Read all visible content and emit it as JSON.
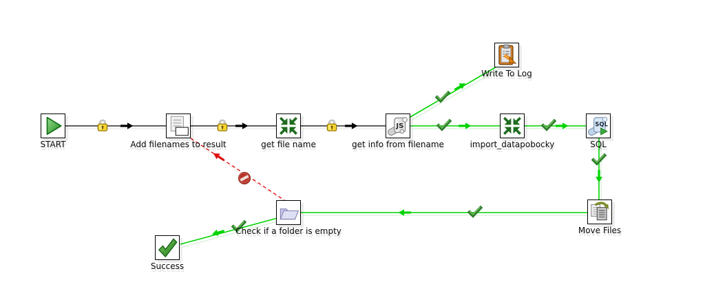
{
  "app": {
    "name": "Pentaho job canvas",
    "view": "job-graph"
  },
  "colors": {
    "background": "#ffffff",
    "unconditional_hop": "#000000",
    "success_hop": "#00d400",
    "failure_hop": "#dd1111",
    "checkmark_green": "#2a7a2a",
    "padlock_gold": "#f5d330",
    "no_entry_red": "#b5352a"
  },
  "nodes": [
    {
      "id": "start",
      "label": "START",
      "icon": "start-icon"
    },
    {
      "id": "add_filenames",
      "label": "Add filenames to result",
      "icon": "add-filenames-icon"
    },
    {
      "id": "get_file_name",
      "label": "get file name",
      "icon": "transformation-icon"
    },
    {
      "id": "get_info",
      "label": "get info from filename",
      "icon": "javascript-icon"
    },
    {
      "id": "import_datapobocky",
      "label": "import_datapobocky",
      "icon": "transformation-icon"
    },
    {
      "id": "sql",
      "label": "SQL",
      "icon": "sql-icon"
    },
    {
      "id": "write_to_log",
      "label": "Write To Log",
      "icon": "write-to-log-icon"
    },
    {
      "id": "move_files",
      "label": "Move Files",
      "icon": "move-files-icon"
    },
    {
      "id": "check_folder",
      "label": "Check if a folder is empty",
      "icon": "folder-icon"
    },
    {
      "id": "success",
      "label": "Success",
      "icon": "success-icon"
    }
  ],
  "connections": [
    {
      "from": "START",
      "to": "Add filenames to result",
      "condition": "unconditional",
      "glyph": "padlock-icon"
    },
    {
      "from": "Add filenames to result",
      "to": "get file name",
      "condition": "unconditional",
      "glyph": "padlock-icon"
    },
    {
      "from": "get file name",
      "to": "get info from filename",
      "condition": "unconditional",
      "glyph": "padlock-icon"
    },
    {
      "from": "get info from filename",
      "to": "Write To Log",
      "condition": "success",
      "glyph": "checkmark-icon"
    },
    {
      "from": "get info from filename",
      "to": "import_datapobocky",
      "condition": "success",
      "glyph": "checkmark-icon"
    },
    {
      "from": "import_datapobocky",
      "to": "SQL",
      "condition": "success",
      "glyph": "checkmark-icon"
    },
    {
      "from": "SQL",
      "to": "Move Files",
      "condition": "success",
      "glyph": "checkmark-icon"
    },
    {
      "from": "Move Files",
      "to": "Check if a folder is empty",
      "condition": "success",
      "glyph": "checkmark-icon"
    },
    {
      "from": "Check if a folder is empty",
      "to": "Success",
      "condition": "success",
      "glyph": "checkmark-icon"
    },
    {
      "from": "Check if a folder is empty",
      "to": "Add filenames to result",
      "condition": "failure",
      "glyph": "no-entry-icon"
    }
  ]
}
